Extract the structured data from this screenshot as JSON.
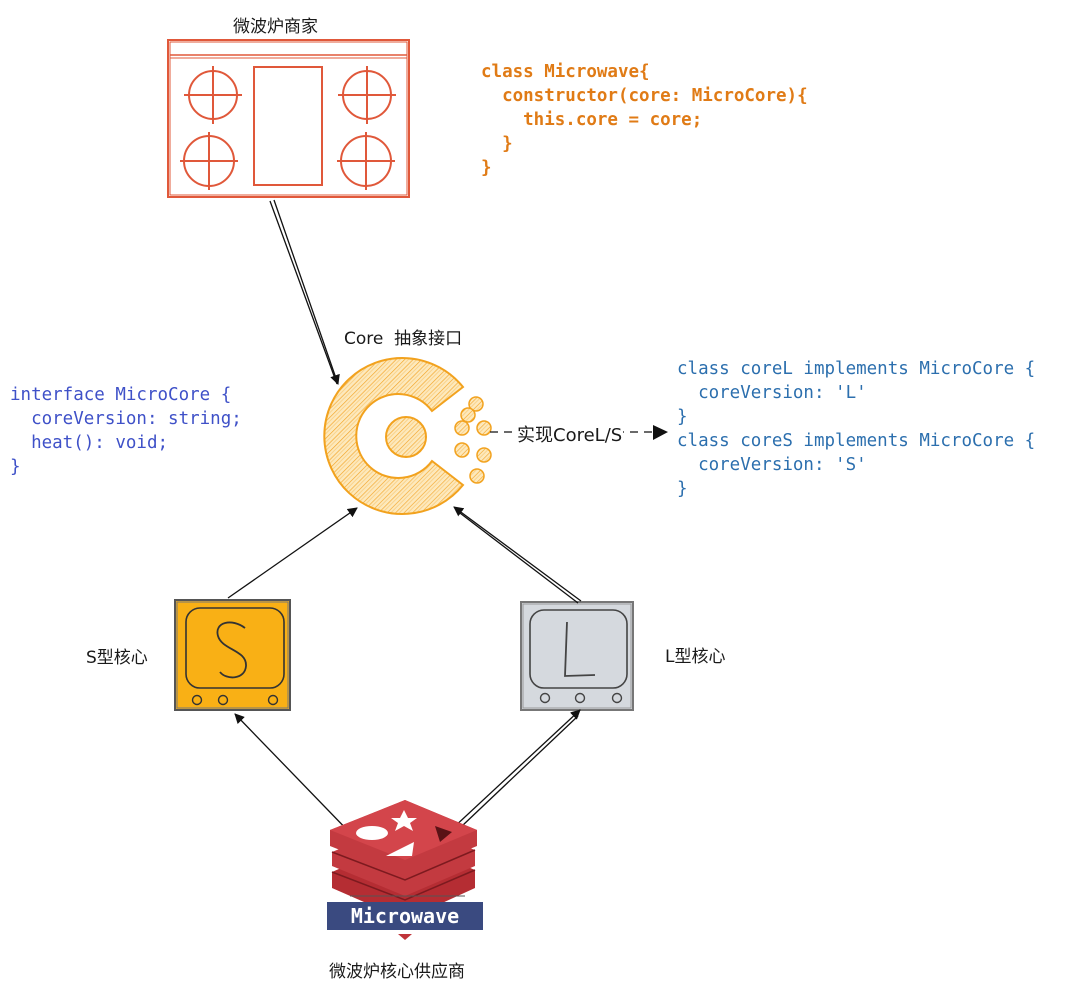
{
  "labels": {
    "merchant": "微波炉商家",
    "core_interface": "Core  抽象接口",
    "implements": "实现CoreL/S",
    "s_core": "S型核心",
    "l_core": "L型核心",
    "supplier": "微波炉核心供应商",
    "supplier_logo_text": "Microwave"
  },
  "code": {
    "microwave_class": [
      "class Microwave{",
      "  constructor(core: MicroCore){",
      "    this.core = core;",
      "  }",
      "}"
    ],
    "interface": [
      "interface MicroCore {",
      "  coreVersion: string;",
      "  heat(): void;",
      "}"
    ],
    "implementations": [
      "class coreL implements MicroCore {",
      "  coreVersion: 'L'",
      "}",
      "class coreS implements MicroCore {",
      "  coreVersion: 'S'",
      "}"
    ]
  },
  "icons": {
    "stove": "stove-icon",
    "core_logo": "core-c-logo-icon",
    "s_core": "s-core-chip-icon",
    "l_core": "l-core-chip-icon",
    "supplier": "stacked-layers-logo-icon"
  },
  "colors": {
    "stove": "#e0583a",
    "core": "#f5a623",
    "s_core": "#f9b015",
    "l_core": "#d5d9de",
    "supplier": "#c0343a",
    "supplier_banner": "#3a4a80",
    "code_microwave": "#e07b16",
    "code_interface": "#3f51c8",
    "code_impl": "#2c6fae"
  }
}
